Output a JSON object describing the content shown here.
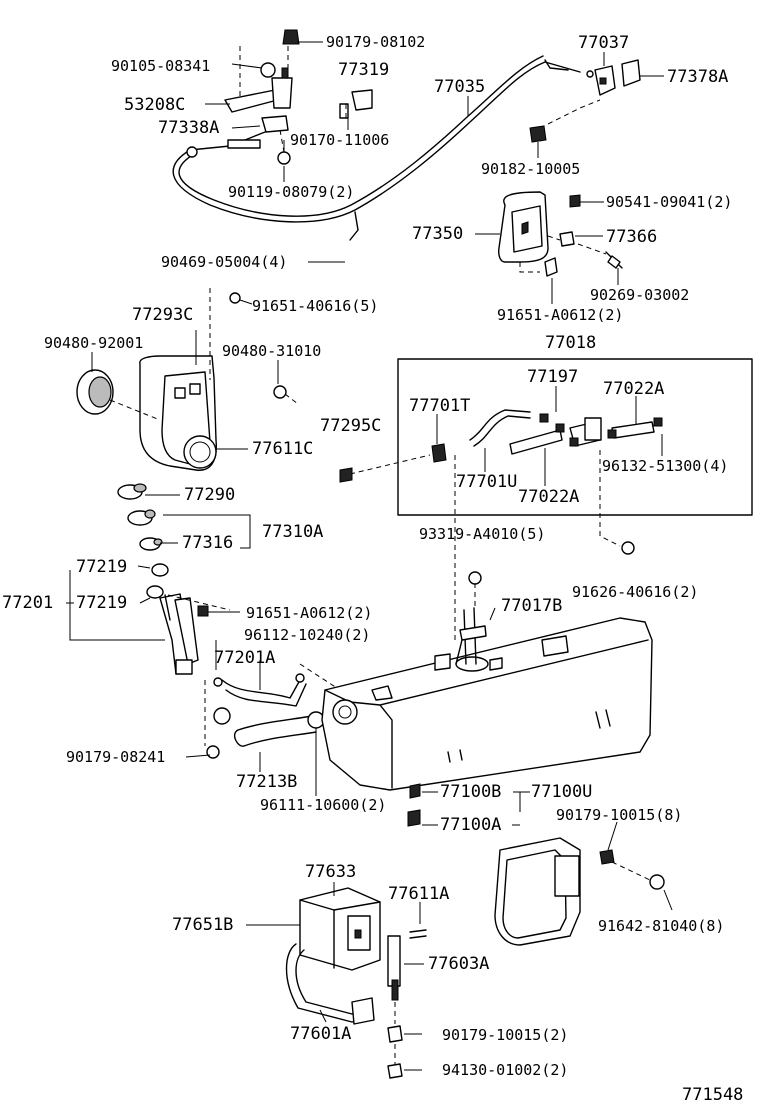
{
  "diagram": {
    "labels": {
      "p90179_08102": "90179-08102",
      "p77037": "77037",
      "p90105_08341": "90105-08341",
      "p77319": "77319",
      "p77378A": "77378A",
      "p77035": "77035",
      "p53208C": "53208C",
      "p77338A": "77338A",
      "p90170_11006": "90170-11006",
      "p90182_10005": "90182-10005",
      "p90119_08079": "90119-08079(2)",
      "p90541_09041": "90541-09041(2)",
      "p77350": "77350",
      "p77366": "77366",
      "p90469_05004": "90469-05004(4)",
      "p90269_03002": "90269-03002",
      "p91651_40616": "91651-40616(5)",
      "p91651_A0612_top": "91651-A0612(2)",
      "p77293C": "77293C",
      "p77018": "77018",
      "p90480_92001": "90480-92001",
      "p90480_31010": "90480-31010",
      "p77197": "77197",
      "p77022A_top": "77022A",
      "p77701T": "77701T",
      "p77295C": "77295C",
      "p77611C": "77611C",
      "p96132_51300": "96132-51300(4)",
      "p77701U": "77701U",
      "p77022A_bottom": "77022A",
      "p77290": "77290",
      "p77310A": "77310A",
      "p77316": "77316",
      "p93319_A4010": "93319-A4010(5)",
      "p77219_a": "77219",
      "p77201": "77201",
      "p77219_b": "77219",
      "p91626_40616": "91626-40616(2)",
      "p91651_A0612_mid": "91651-A0612(2)",
      "p77017B": "77017B",
      "p96112_10240": "96112-10240(2)",
      "p77201A": "77201A",
      "p90179_08241": "90179-08241",
      "p77213B": "77213B",
      "p77100B": "77100B",
      "p77100U": "77100U",
      "p96111_10600": "96111-10600(2)",
      "p77100A": "77100A",
      "p90179_10015_8": "90179-10015(8)",
      "p77633": "77633",
      "p77611A": "77611A",
      "p77651B": "77651B",
      "p91642_81040": "91642-81040(8)",
      "p77603A": "77603A",
      "p90179_10015_2": "90179-10015(2)",
      "p77601A": "77601A",
      "p94130_01002": "94130-01002(2)",
      "figure_number": "771548"
    }
  }
}
